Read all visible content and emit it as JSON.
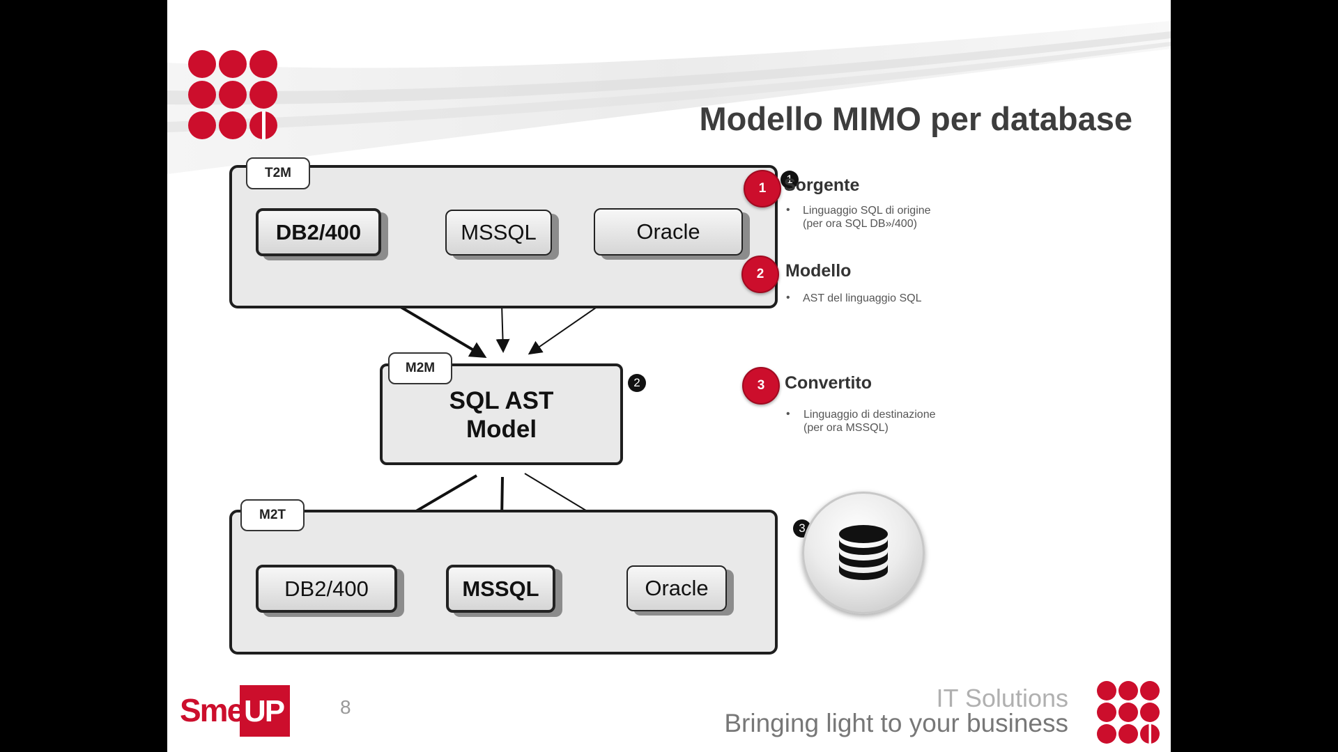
{
  "slide": {
    "title": "Modello MIMO per database",
    "page_number": "8"
  },
  "diagram": {
    "source_group": {
      "tag": "T2M",
      "number": "1",
      "nodes": [
        "DB2/400",
        "MSSQL",
        "Oracle"
      ]
    },
    "model_group": {
      "tag": "M2M",
      "number": "2",
      "title_line1": "SQL AST",
      "title_line2": "Model"
    },
    "target_group": {
      "tag": "M2T",
      "number": "3",
      "nodes": [
        "DB2/400",
        "MSSQL",
        "Oracle"
      ]
    },
    "edges": [
      {
        "from": "DB2/400",
        "to": "SQL AST Model"
      },
      {
        "from": "MSSQL",
        "to": "SQL AST Model"
      },
      {
        "from": "Oracle",
        "to": "SQL AST Model"
      },
      {
        "from": "SQL AST Model",
        "to": "DB2/400"
      },
      {
        "from": "SQL AST Model",
        "to": "MSSQL"
      },
      {
        "from": "SQL AST Model",
        "to": "Oracle"
      }
    ]
  },
  "legend": [
    {
      "number": "1",
      "heading": "Sorgente",
      "line1": "Linguaggio SQL di origine",
      "line2": "(per ora SQL DB»/400)"
    },
    {
      "number": "2",
      "heading": "Modello",
      "line1": "AST del linguaggio SQL",
      "line2": ""
    },
    {
      "number": "3",
      "heading": "Convertito",
      "line1": "Linguaggio di destinazione",
      "line2": "(per ora MSSQL)"
    }
  ],
  "database_icon": "database-icon",
  "footer": {
    "brand_part1": "Sme.",
    "brand_part2": "UP",
    "tagline1": "IT Solutions",
    "tagline2": "Bringing light to your business"
  },
  "colors": {
    "brand_red": "#cc0e2c",
    "box_fill": "#e9e9e9",
    "title_gray": "#3d3d3d"
  }
}
